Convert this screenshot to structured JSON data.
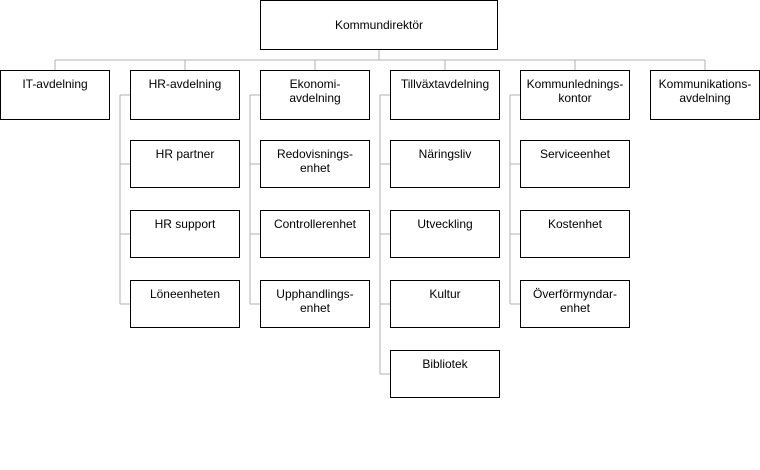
{
  "org": {
    "root": "Kommundirektör",
    "departments": [
      {
        "label": "IT-avdelning",
        "units": []
      },
      {
        "label": "HR-avdelning",
        "units": [
          "HR partner",
          "HR support",
          "Löneenheten"
        ]
      },
      {
        "label": "Ekonomi-\navdelning",
        "units": [
          "Redovisnings-\nenhet",
          "Controllerenhet",
          "Upphandlings-\nenhet"
        ]
      },
      {
        "label": "Tillväxtavdelning",
        "units": [
          "Näringsliv",
          "Utveckling",
          "Kultur",
          "Bibliotek"
        ]
      },
      {
        "label": "Kommunlednings-\nkontor",
        "units": [
          "Serviceenhet",
          "Kostenhet",
          "Överförmyndar-\nenhet"
        ]
      },
      {
        "label": "Kommunikations-\navdelning",
        "units": []
      }
    ]
  },
  "style": {
    "line_color": "#b0b0b0",
    "box_border_color": "#000000",
    "text_color": "#000000"
  }
}
